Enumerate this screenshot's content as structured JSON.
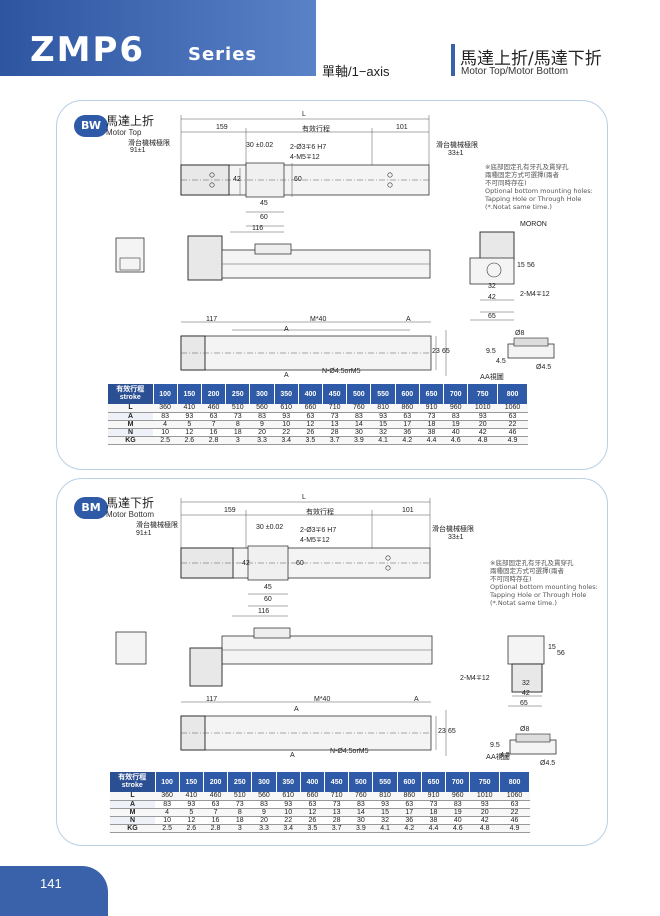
{
  "header": {
    "model": "ZMP6",
    "series": "Series",
    "axis": "單軸/1−axis",
    "title_zh": "馬達上折/馬達下折",
    "title_en": "Motor Top/Motor Bottom"
  },
  "sections": [
    {
      "badge": "BW",
      "title_zh": "馬達上折",
      "title_en": "Motor Top",
      "labels": {
        "L": "L",
        "d159": "159",
        "stroke": "有效行程",
        "d101": "101",
        "limit_left": "滑台機械極限",
        "limit_left_val": "91±1",
        "limit_right": "滑台機械極限",
        "limit_right_val": "33±1",
        "d30": "30 ±0.02",
        "pin": "2-Ø3∓6 H7",
        "screw": "4-M5∓12",
        "d42": "42",
        "d60v": "60",
        "d45": "45",
        "d60": "60",
        "d116": "116",
        "moron": "MORON",
        "d15": "15",
        "d56": "56",
        "d32": "32",
        "d42b": "42",
        "m4": "2-M4∓12",
        "d65": "65",
        "d117": "117",
        "m40": "M*40",
        "a1": "A",
        "a2": "A",
        "a3": "A",
        "d23": "23",
        "d65v": "65",
        "nhole": "N-Ø4.5orM5",
        "d8": "Ø8",
        "d95": "9.5",
        "d45b": "4.5",
        "d45hole": "Ø4.5",
        "aaview": "AA視圖"
      },
      "note": [
        "※底部固定孔有牙孔及貫穿孔",
        "兩種固定方式可選擇(兩者",
        "不可同時存在)",
        "Optional bottom mounting holes:",
        "Tapping Hole or Through Hole",
        "(*.Notat same time.)"
      ]
    },
    {
      "badge": "BM",
      "title_zh": "馬達下折",
      "title_en": "Motor Bottom",
      "labels": {
        "L": "L",
        "d159": "159",
        "stroke": "有效行程",
        "d101": "101",
        "limit_left": "滑台機械極限",
        "limit_left_val": "91±1",
        "limit_right": "滑台機械極限",
        "limit_right_val": "33±1",
        "d30": "30 ±0.02",
        "pin": "2-Ø3∓6 H7",
        "screw": "4-M5∓12",
        "d42": "42",
        "d60v": "60",
        "d45": "45",
        "d60": "60",
        "d116": "116",
        "d15": "15",
        "d56": "56",
        "d32": "32",
        "d42b": "42",
        "m4": "2-M4∓12",
        "d65": "65",
        "d117": "117",
        "m40": "M*40",
        "a1": "A",
        "a2": "A",
        "a3": "A",
        "d23": "23",
        "d65v": "65",
        "nhole": "N-Ø4.5orM5",
        "d8": "Ø8",
        "d95": "9.5",
        "d45b": "4.5",
        "d45hole": "Ø4.5",
        "aaview": "AA視圖"
      },
      "note": [
        "※底部固定孔有牙孔及貫穿孔",
        "兩種固定方式可選擇(兩者",
        "不可同時存在)",
        "Optional bottom mounting holes:",
        "Tapping Hole or Through Hole",
        "(*.Notat same time.)"
      ]
    }
  ],
  "table": {
    "header_zh": "有效行程",
    "header_en": "stroke",
    "strokes": [
      "100",
      "150",
      "200",
      "250",
      "300",
      "350",
      "400",
      "450",
      "500",
      "550",
      "600",
      "650",
      "700",
      "750",
      "800"
    ],
    "rows": [
      {
        "label": "L",
        "values": [
          "360",
          "410",
          "460",
          "510",
          "560",
          "610",
          "660",
          "710",
          "760",
          "810",
          "860",
          "910",
          "960",
          "1010",
          "1060"
        ]
      },
      {
        "label": "A",
        "values": [
          "83",
          "93",
          "63",
          "73",
          "83",
          "93",
          "63",
          "73",
          "83",
          "93",
          "63",
          "73",
          "83",
          "93",
          "63"
        ]
      },
      {
        "label": "M",
        "values": [
          "4",
          "5",
          "7",
          "8",
          "9",
          "10",
          "12",
          "13",
          "14",
          "15",
          "17",
          "18",
          "19",
          "20",
          "22"
        ]
      },
      {
        "label": "N",
        "values": [
          "10",
          "12",
          "16",
          "18",
          "20",
          "22",
          "26",
          "28",
          "30",
          "32",
          "36",
          "38",
          "40",
          "42",
          "46"
        ]
      },
      {
        "label": "KG",
        "values": [
          "2.5",
          "2.6",
          "2.8",
          "3",
          "3.3",
          "3.4",
          "3.5",
          "3.7",
          "3.9",
          "4.1",
          "4.2",
          "4.4",
          "4.6",
          "4.8",
          "4.9"
        ]
      }
    ]
  },
  "footer": {
    "page": "141"
  }
}
